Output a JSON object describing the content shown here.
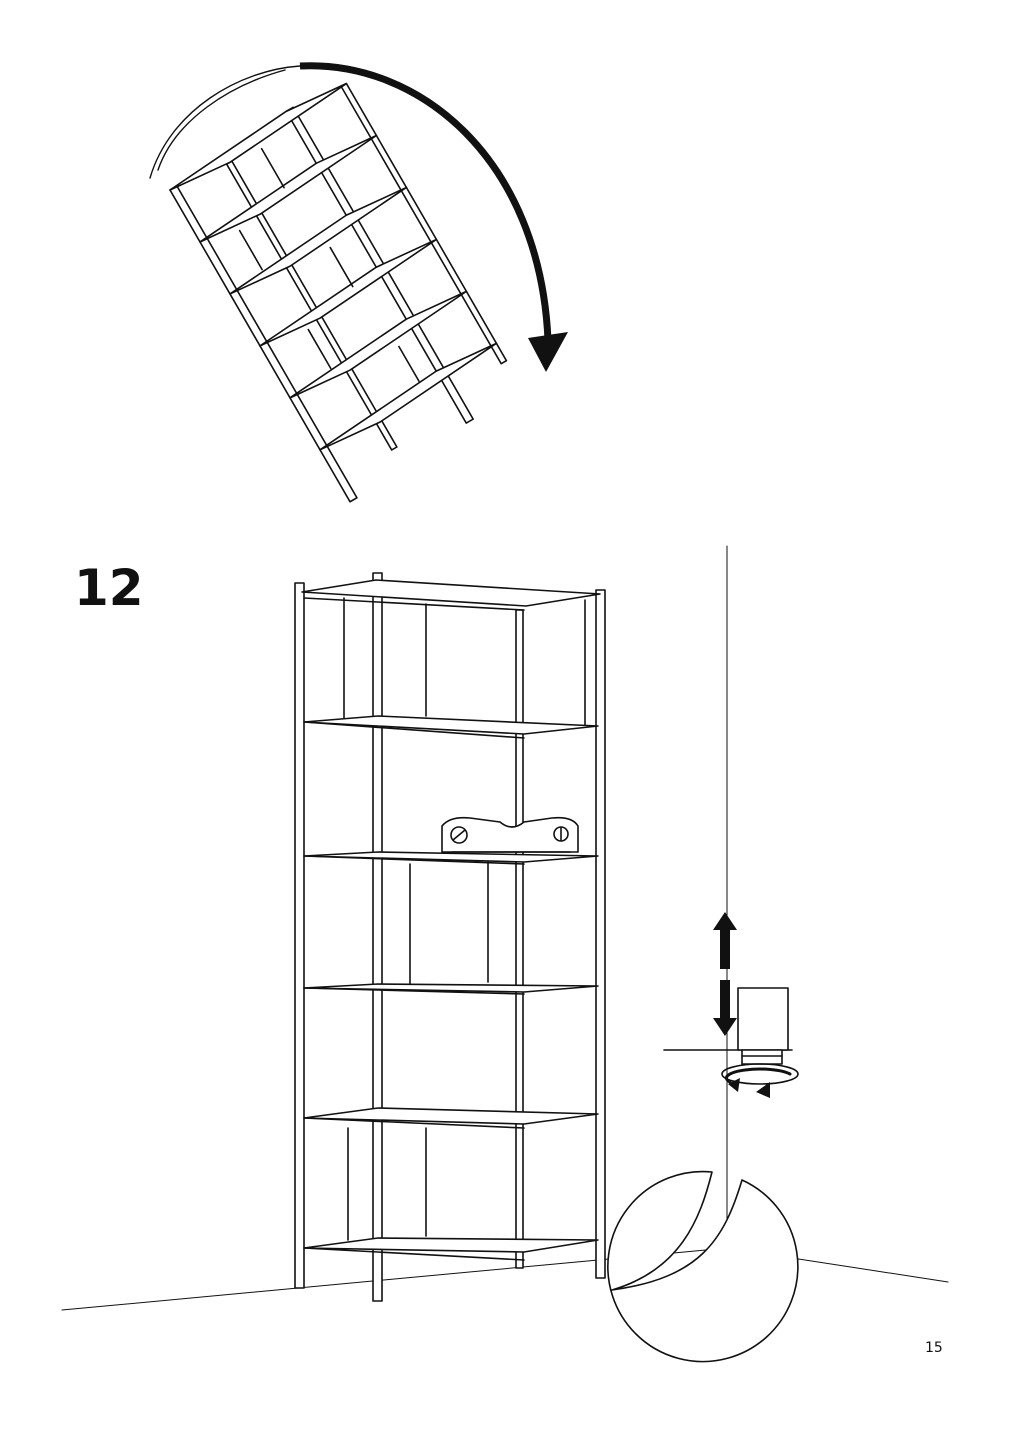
{
  "page": {
    "step_number": "12",
    "page_number": "15"
  },
  "illustrations": [
    {
      "name": "tilt-shelf-upright",
      "depicts": "tilting-bookcase-with-rotation-arrow"
    },
    {
      "name": "standing-shelf",
      "depicts": "bookcase-standing-against-wall-with-spirit-level"
    },
    {
      "name": "foot-adjust-detail",
      "depicts": "magnified-adjustable-foot-with-up-down-and-rotate-arrows"
    }
  ],
  "colors": {
    "ink": "#111111",
    "paper": "#ffffff"
  }
}
